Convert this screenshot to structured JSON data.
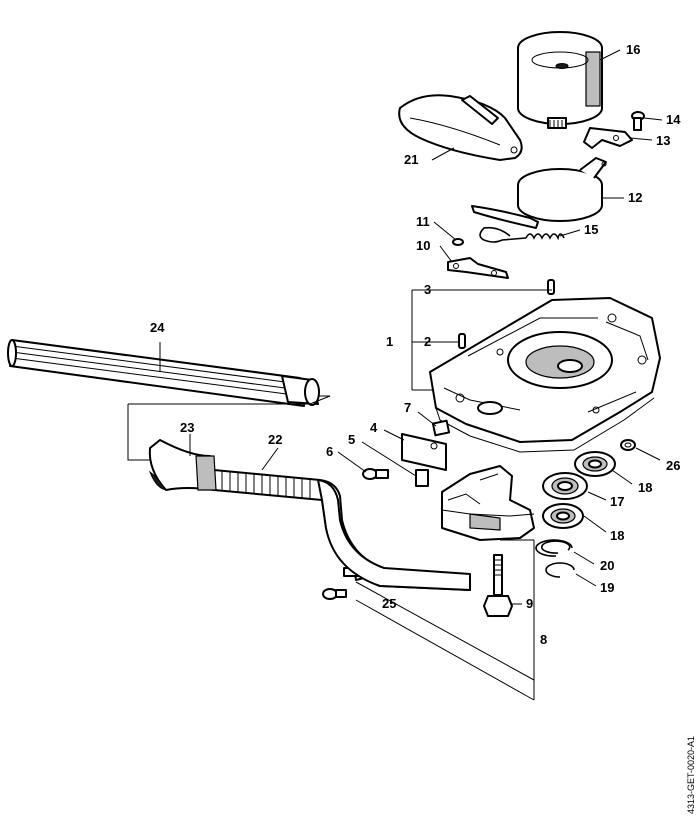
{
  "labels": {
    "p1": "1",
    "p2": "2",
    "p3": "3",
    "p4": "4",
    "p5": "5",
    "p6": "6",
    "p7": "7",
    "p8": "8",
    "p9": "9",
    "p10": "10",
    "p11": "11",
    "p12": "12",
    "p13": "13",
    "p14": "14",
    "p15": "15",
    "p16": "16",
    "p17": "17",
    "p18a": "18",
    "p18b": "18",
    "p19": "19",
    "p20": "20",
    "p21": "21",
    "p22": "22",
    "p23": "23",
    "p24": "24",
    "p25": "25",
    "p26": "26"
  },
  "drawing_code": "4313-GET-0020-A1"
}
